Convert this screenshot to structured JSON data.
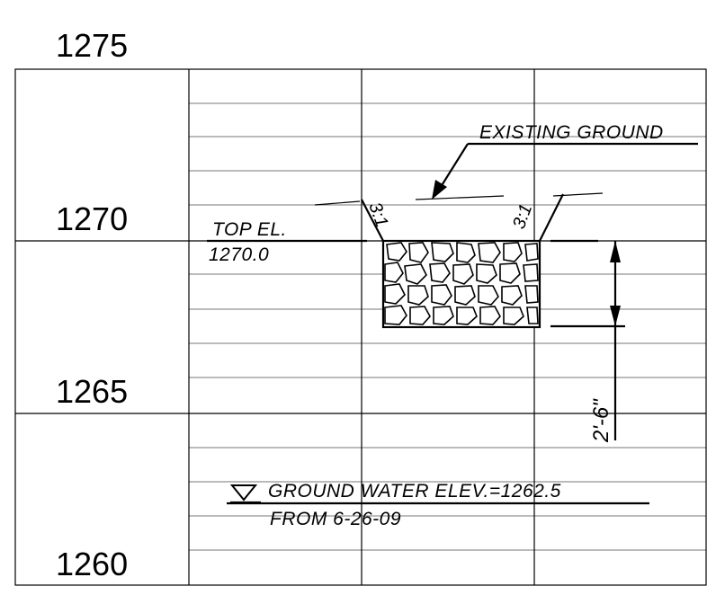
{
  "elevations": {
    "e1275": "1275",
    "e1270": "1270",
    "e1265": "1265",
    "e1260": "1260"
  },
  "labels": {
    "existing_ground": "EXISTING GROUND",
    "top_el_title": "TOP EL.",
    "top_el_value": "1270.0",
    "slope_left": "3:1",
    "slope_right": "3:1",
    "dimension": "2'-6\"",
    "ground_water": "GROUND WATER ELEV.=1262.5",
    "ground_water_date": "FROM 6-26-09"
  }
}
